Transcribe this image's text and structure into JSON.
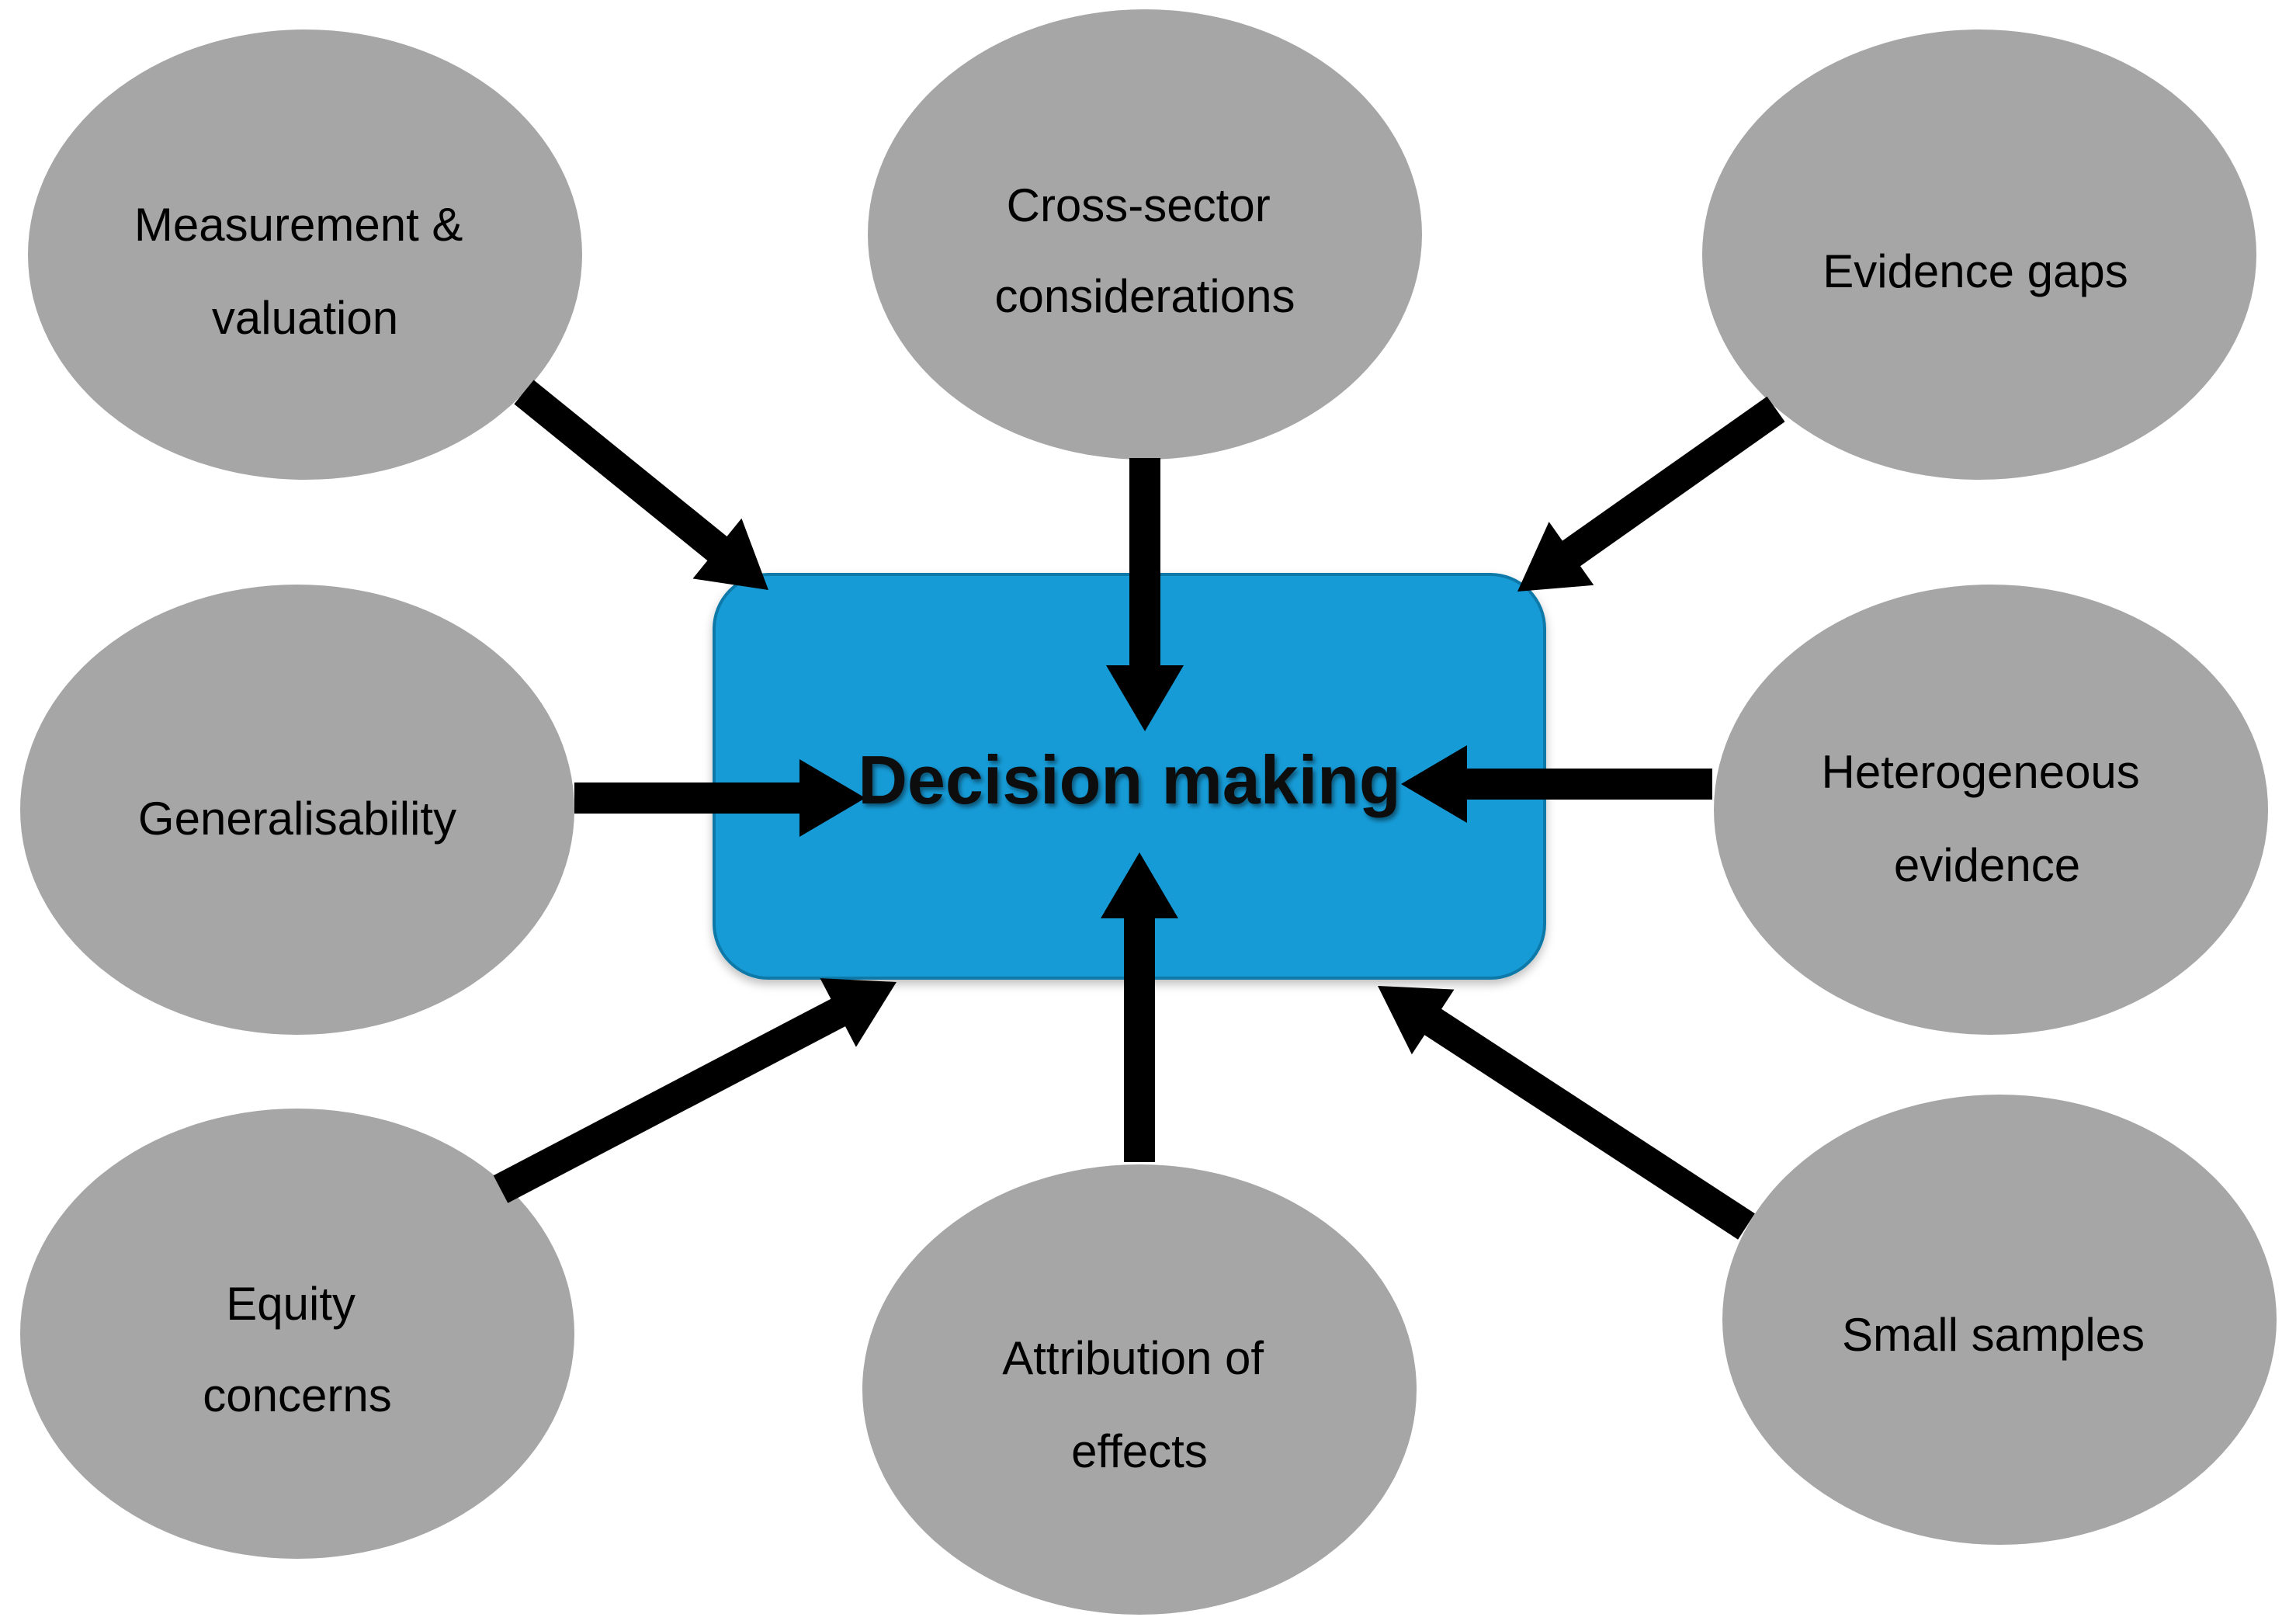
{
  "center": {
    "label": "Decision making"
  },
  "factors": [
    {
      "id": "measurement",
      "lines": [
        "Measurement &",
        "valuation"
      ]
    },
    {
      "id": "cross-sector",
      "lines": [
        "Cross-sector",
        "considerations"
      ]
    },
    {
      "id": "evidence-gaps",
      "lines": [
        "Evidence gaps"
      ]
    },
    {
      "id": "generalisability",
      "lines": [
        "Generalisability"
      ]
    },
    {
      "id": "heterogeneous",
      "lines": [
        "Heterogeneous",
        "evidence"
      ]
    },
    {
      "id": "equity",
      "lines": [
        "Equity",
        "concerns"
      ]
    },
    {
      "id": "attribution",
      "lines": [
        "Attribution of",
        "effects"
      ]
    },
    {
      "id": "small-samples",
      "lines": [
        "Small samples"
      ]
    }
  ],
  "colors": {
    "center_fill": "#189bd7",
    "center_stroke": "#1179a8",
    "ellipse_fill": "#a6a6a6",
    "arrow": "#000000"
  }
}
